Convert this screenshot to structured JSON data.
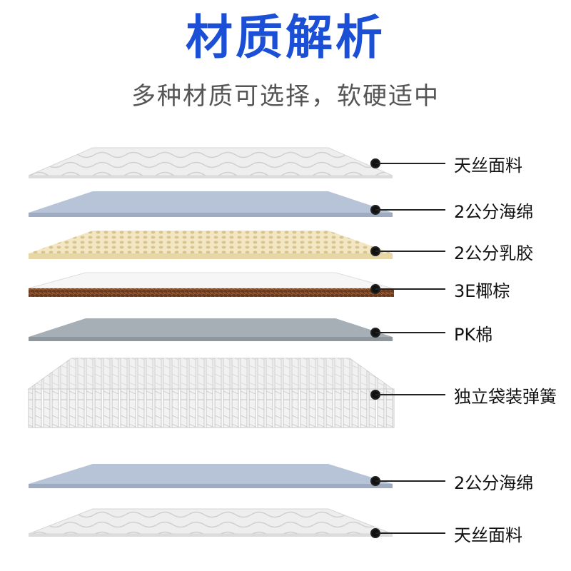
{
  "header": {
    "title": "材质解析",
    "subtitle": "多种材质可选择，软硬适中"
  },
  "layers": [
    {
      "label": "天丝面料",
      "material": "quilted-fabric"
    },
    {
      "label": "2公分海绵",
      "material": "sponge"
    },
    {
      "label": "2公分乳胶",
      "material": "latex"
    },
    {
      "label": "3E椰棕",
      "material": "coir"
    },
    {
      "label": "PK棉",
      "material": "pk-cotton"
    },
    {
      "label": "独立袋装弹簧",
      "material": "pocket-springs"
    },
    {
      "label": "2公分海绵",
      "material": "sponge"
    },
    {
      "label": "天丝面料",
      "material": "quilted-fabric"
    }
  ],
  "colors": {
    "title": "#1b4fd6",
    "subtitle": "#555555",
    "sponge": "#b7c3d6",
    "latex": "#f3e7c3",
    "coir": "#6b3a1f",
    "pk_cotton": "#a7afb6",
    "fabric": "#eeeeee"
  }
}
